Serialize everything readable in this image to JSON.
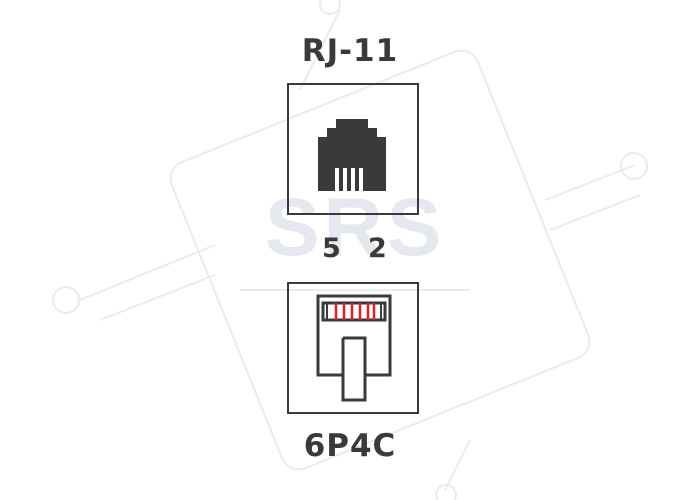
{
  "top_label": "RJ-11",
  "bottom_label": "6P4C",
  "pin_numbers": [
    "5",
    "2"
  ],
  "watermark": "SRS",
  "colors": {
    "text": "#3a3a3a",
    "outline": "#3a3a3a",
    "active_pins": "#e31e24",
    "watermark": "#d6dae6"
  },
  "icons": [
    "rj11-jack-icon",
    "rj11-plug-icon"
  ]
}
